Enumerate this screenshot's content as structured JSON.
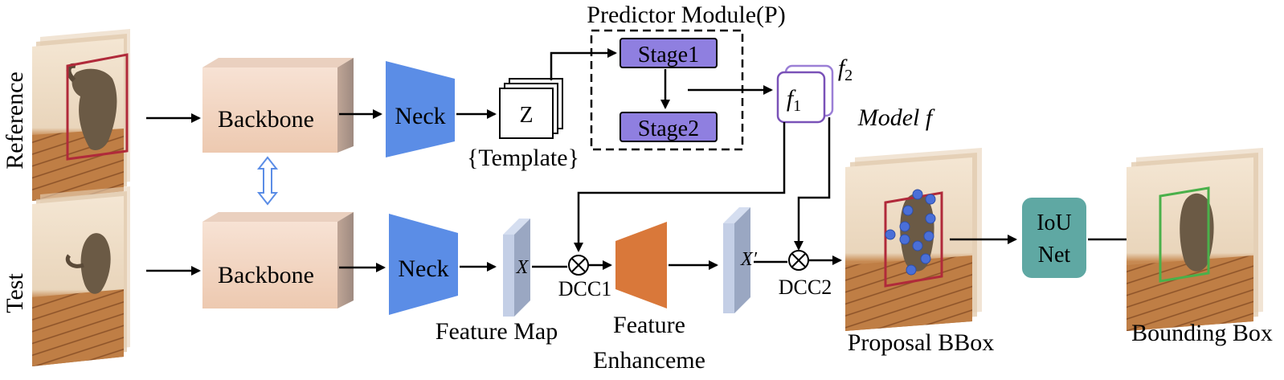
{
  "labels": {
    "reference": "Reference",
    "test": "Test",
    "backbone_top": "Backbone",
    "backbone_bottom": "Backbone",
    "neck_top": "Neck",
    "neck_bottom": "Neck",
    "template_z": "Z",
    "template_caption": "{Template}",
    "predictor_title": "Predictor Module(P)",
    "stage1": "Stage1",
    "stage2": "Stage2",
    "f1_base": "f",
    "f1_sub": "1",
    "f2_base": "f",
    "f2_sub": "2",
    "model_f": "Model f",
    "feature_map_symbol": "X",
    "feature_map_caption": "Feature Map",
    "dcc1": "DCC1",
    "feature_enh_line1": "Feature",
    "feature_enh_line2": "Enhanceme",
    "x_prime_symbol": "X′",
    "dcc2": "DCC2",
    "iou_line1": "IoU",
    "iou_line2": "Net",
    "proposal_caption": "Proposal BBox",
    "bounding_caption": "Bounding Box"
  },
  "colors": {
    "backbone": "#f2d5c2",
    "neck": "#5b8de6",
    "stage": "#8f7fe0",
    "feature_map": "#b9c6e2",
    "enhance": "#d9783a",
    "iou": "#5fa8a3",
    "model_border": "#7a52b8",
    "proposal_box": "#b02a3a",
    "final_box": "#4ab04a",
    "keypoint": "#4a6fd8",
    "double_arrow": "#5b8de6"
  }
}
